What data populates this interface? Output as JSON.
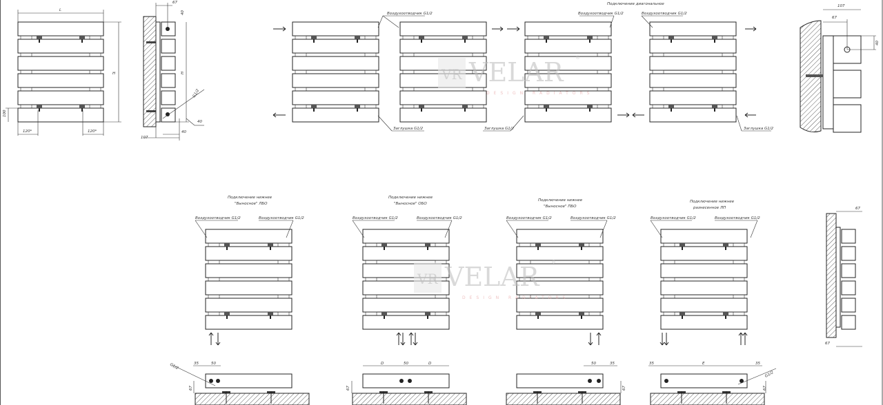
{
  "drawing": {
    "front_view": {
      "dim_L": "L",
      "dim_H": "H",
      "dim_120_left": "120*",
      "dim_120_right": "120*",
      "dim_100": "100"
    },
    "side_view": {
      "dim_67": "67",
      "dim_40_top": "40",
      "dim_H": "H",
      "thread": "G1/2",
      "dim_40_leader": "40",
      "dim_40_bottom": "40",
      "dim_107": "107"
    },
    "diagonal": {
      "title": "Подключение диагональное",
      "air_vent": "Воздухоотводчик G1/2",
      "plug": "Заглушка G1/2"
    },
    "bottom_connections": [
      {
        "title_line1": "Подключение нижнее",
        "title_line2": "\"Выносное\" ЛБО",
        "vent_left": "Воздухоотводчик G1/2",
        "vent_right": "Воздухоотводчик G1/2"
      },
      {
        "title_line1": "Подключение нижнее",
        "title_line2": "\"Выносное\" ОБО",
        "vent_left": "Воздухоотводчик G1/2",
        "vent_right": "Воздухоотводчик G1/2"
      },
      {
        "title_line1": "Подключение нижнее",
        "title_line2": "\"Выносное\" ПБО",
        "vent_left": "Воздухоотводчик G1/2",
        "vent_right": "Воздухоотводчик G1/2"
      },
      {
        "title_line1": "Подключение нижнее",
        "title_line2": "разнесенное ЛП",
        "vent_left": "Воздухоотводчик G1/2",
        "vent_right": "Воздухоотводчик G1/2"
      }
    ],
    "right_side_top": {
      "dim_107": "107",
      "dim_67": "67",
      "dim_40": "40"
    },
    "right_side_bottom": {
      "dim_67_top": "67",
      "dim_67_bottom": "67"
    },
    "plan_views": [
      {
        "thread": "G1/2",
        "d1": "35",
        "d2": "50",
        "h": "67"
      },
      {
        "d1": "D",
        "d2": "50",
        "d3": "D",
        "h": "67"
      },
      {
        "d1": "50",
        "d2": "35",
        "h": "67"
      },
      {
        "d1": "35",
        "d2": "E",
        "d3": "35",
        "thread": "G1/2",
        "h": "67"
      }
    ],
    "watermark": {
      "logo": "VR",
      "brand": "VELAR",
      "reg": "®",
      "tagline": "DESIGN RADIATORS"
    }
  }
}
